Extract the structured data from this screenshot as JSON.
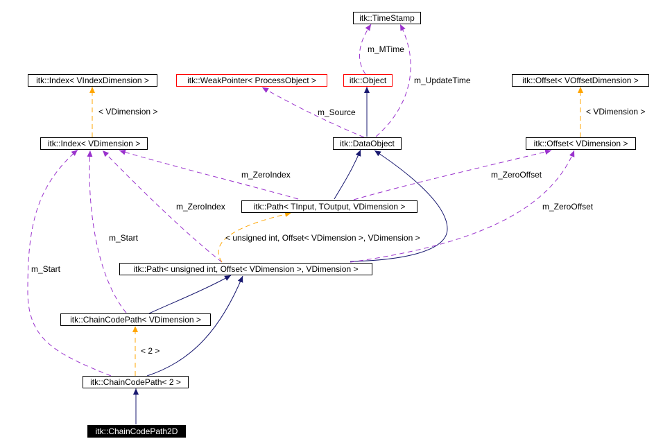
{
  "nodes": {
    "timestamp": "itk::TimeStamp",
    "index_vindex": "itk::Index< VIndexDimension >",
    "weakpointer": "itk::WeakPointer< ProcessObject >",
    "object": "itk::Object",
    "offset_voffset": "itk::Offset< VOffsetDimension >",
    "index_vdim": "itk::Index< VDimension >",
    "dataobject": "itk::DataObject",
    "offset_vdim": "itk::Offset< VDimension >",
    "path_tinput": "itk::Path< TInput, TOutput, VDimension >",
    "path_uint": "itk::Path< unsigned int, Offset< VDimension >, VDimension >",
    "chaincodepath_vdim": "itk::ChainCodePath< VDimension >",
    "chaincodepath_2": "itk::ChainCodePath< 2 >",
    "chaincodepath2d": "itk::ChainCodePath2D"
  },
  "edge_labels": {
    "m_mtime": "m_MTime",
    "m_updatetime": "m_UpdateTime",
    "vdimension_index": "< VDimension >",
    "m_source": "m_Source",
    "vdimension_offset": "< VDimension >",
    "m_zeroindex_top": "m_ZeroIndex",
    "m_zerooffset_top": "m_ZeroOffset",
    "m_zeroindex_left": "m_ZeroIndex",
    "m_zerooffset_right": "m_ZeroOffset",
    "m_start_inner": "m_Start",
    "template_args": "< unsigned int, Offset< VDimension >, VDimension >",
    "m_start_outer": "m_Start",
    "two": "< 2 >"
  },
  "colors": {
    "inheritance": "#191970",
    "usage": "#9a32cd",
    "template": "#ffa500",
    "highlight_border": "#ff0000"
  }
}
